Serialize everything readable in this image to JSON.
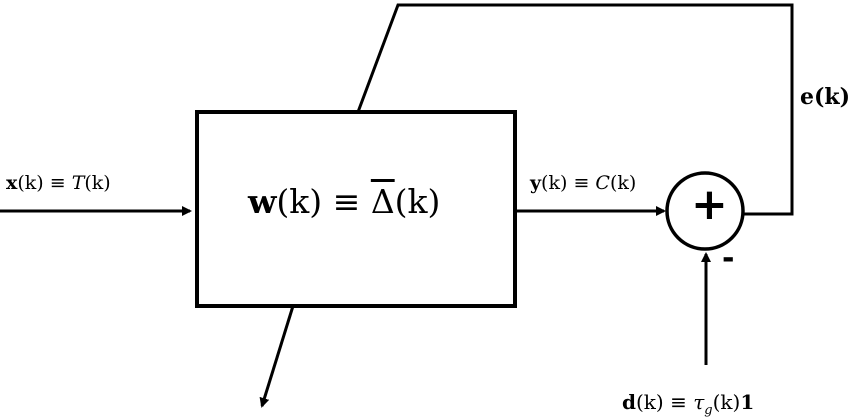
{
  "input_signal": {
    "var": "x",
    "arg": "(k)",
    "equiv": "≡",
    "rhs": "T",
    "rhs_arg": "(k)"
  },
  "output_signal": {
    "var": "y",
    "arg": "(k)",
    "equiv": "≡",
    "rhs": "C",
    "rhs_arg": "(k)"
  },
  "desired_signal": {
    "var": "d",
    "arg": "(k)",
    "equiv": "≡",
    "rhs": "τ",
    "rhs_sub": "g",
    "rhs_arg": "(k)",
    "rhs_tail": "1"
  },
  "error_signal": {
    "text": "e(k)"
  },
  "system_block": {
    "var": "w",
    "arg": "(k)",
    "equiv": "≡",
    "rhs": "Δ",
    "rhs_arg": "(k)"
  },
  "summing_junction": {
    "plus": "+",
    "minus": "-"
  },
  "colors": {
    "stroke": "#000000",
    "background": "#ffffff"
  }
}
